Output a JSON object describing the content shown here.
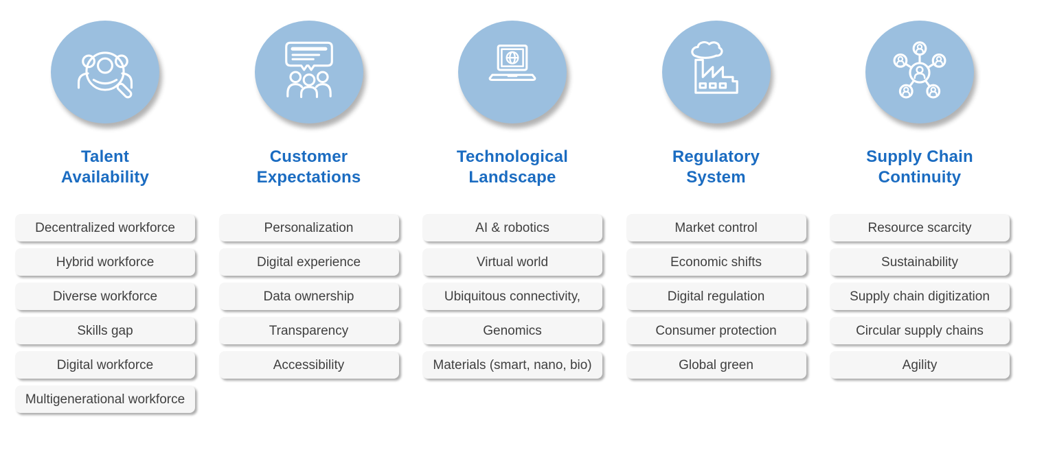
{
  "colors": {
    "circle_fill": "#9BBFDF",
    "title_blue": "#1B6CC1",
    "pill_bg": "#F6F6F6",
    "pill_text": "#3F3F3F",
    "page_bg": "#FFFFFF",
    "icon_stroke": "#FFFFFF"
  },
  "columns": [
    {
      "icon": "talent-search-icon",
      "title_line1": "Talent",
      "title_line2": "Availability",
      "items": [
        "Decentralized workforce",
        "Hybrid workforce",
        "Diverse workforce",
        "Skills gap",
        "Digital workforce",
        "Multigenerational workforce"
      ]
    },
    {
      "icon": "customer-feedback-icon",
      "title_line1": "Customer",
      "title_line2": "Expectations",
      "items": [
        "Personalization",
        "Digital experience",
        "Data ownership",
        "Transparency",
        "Accessibility"
      ]
    },
    {
      "icon": "laptop-globe-icon",
      "title_line1": "Technological",
      "title_line2": "Landscape",
      "items": [
        "AI & robotics",
        "Virtual world",
        "Ubiquitous connectivity,",
        "Genomics",
        "Materials (smart, nano, bio)"
      ]
    },
    {
      "icon": "factory-icon",
      "title_line1": "Regulatory",
      "title_line2": "System",
      "items": [
        "Market control",
        "Economic shifts",
        "Digital regulation",
        "Consumer protection",
        "Global green"
      ]
    },
    {
      "icon": "network-people-icon",
      "title_line1": "Supply Chain",
      "title_line2": "Continuity",
      "items": [
        "Resource scarcity",
        "Sustainability",
        "Supply chain digitization",
        "Circular supply chains",
        "Agility"
      ]
    }
  ]
}
